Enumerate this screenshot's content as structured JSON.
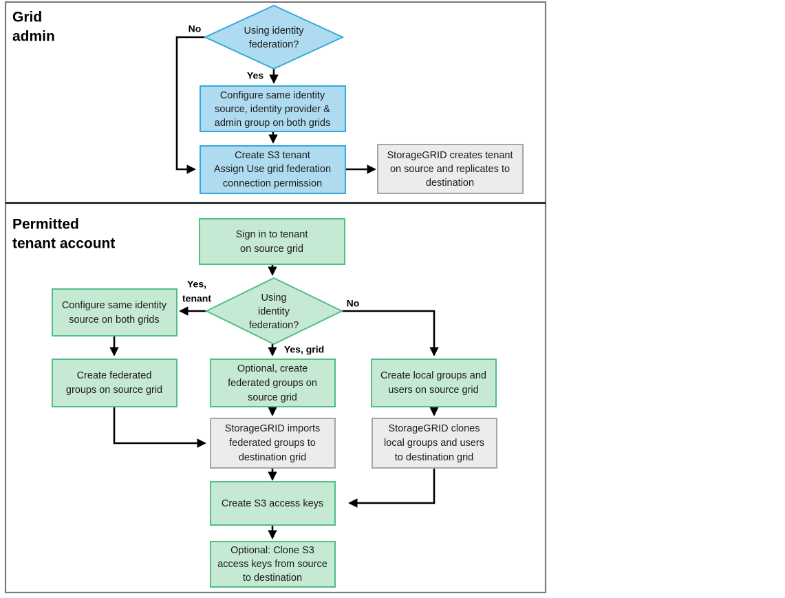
{
  "diagram": {
    "title": "Grid federation tenant account setup flow",
    "colors": {
      "blue_fill": "#aedbf0",
      "blue_stroke": "#36a8e0",
      "green_fill": "#c6e9d3",
      "green_stroke": "#4fbf84",
      "gray_fill": "#ececec",
      "gray_stroke": "#a6a6a6",
      "line": "#000000",
      "frame": "#7b7b7b",
      "text": "#1a1a1a"
    },
    "lanes": [
      {
        "id": "grid-admin",
        "title_line1": "Grid",
        "title_line2": "admin"
      },
      {
        "id": "tenant-account",
        "title_line1": "Permitted",
        "title_line2": "tenant account"
      }
    ],
    "nodes": [
      {
        "id": "decision-grid-federation",
        "shape": "diamond",
        "style": "blue",
        "lines": [
          "Using  identity",
          "federation?"
        ]
      },
      {
        "id": "configure-identity-admin",
        "shape": "rect",
        "style": "blue",
        "lines": [
          "Configure same identity",
          "source, identity provider &",
          "admin group on both grids"
        ]
      },
      {
        "id": "create-s3-tenant",
        "shape": "rect",
        "style": "blue",
        "lines": [
          "Create S3 tenant",
          "Assign Use grid federation",
          "connection permission"
        ],
        "rich_lines": [
          [
            {
              "t": "Create S3 tenant",
              "b": false
            }
          ],
          [
            {
              "t": "Assign ",
              "b": false
            },
            {
              "t": "Use grid federation",
              "b": true
            }
          ],
          [
            {
              "t": "connection",
              "b": true
            },
            {
              "t": " permission",
              "b": false
            }
          ]
        ]
      },
      {
        "id": "storagegrid-creates-tenant",
        "shape": "rect",
        "style": "gray",
        "lines": [
          "StorageGRID creates tenant",
          "on source and replicates to",
          "destination"
        ]
      },
      {
        "id": "sign-in-tenant",
        "shape": "rect",
        "style": "green",
        "lines": [
          "Sign in to tenant",
          "on source grid"
        ]
      },
      {
        "id": "decision-tenant-federation",
        "shape": "diamond",
        "style": "green",
        "lines": [
          "Using",
          "identity",
          "federation?"
        ]
      },
      {
        "id": "configure-identity-tenant",
        "shape": "rect",
        "style": "green",
        "lines": [
          "Configure same identity",
          "source on both grids"
        ]
      },
      {
        "id": "create-federated-groups",
        "shape": "rect",
        "style": "green",
        "lines": [
          "Create federated",
          "groups on source grid"
        ]
      },
      {
        "id": "optional-create-federated-groups",
        "shape": "rect",
        "style": "green",
        "lines": [
          "Optional, create",
          "federated groups on",
          "source grid"
        ]
      },
      {
        "id": "create-local-groups-users",
        "shape": "rect",
        "style": "green",
        "lines": [
          "Create local groups and",
          "users on source grid"
        ]
      },
      {
        "id": "storagegrid-imports-groups",
        "shape": "rect",
        "style": "gray",
        "lines": [
          "StorageGRID imports",
          "federated groups to",
          "destination grid"
        ]
      },
      {
        "id": "storagegrid-clones-groups",
        "shape": "rect",
        "style": "gray",
        "lines": [
          "StorageGRID clones",
          "local groups and users",
          "to destination grid"
        ]
      },
      {
        "id": "create-s3-access-keys",
        "shape": "rect",
        "style": "green",
        "lines": [
          "Create S3 access keys"
        ]
      },
      {
        "id": "optional-clone-access-keys",
        "shape": "rect",
        "style": "green",
        "lines": [
          "Optional: Clone S3",
          "access keys from source",
          "to destination"
        ]
      }
    ],
    "edge_labels": [
      {
        "id": "label-admin-no",
        "text": "No"
      },
      {
        "id": "label-admin-yes",
        "text": "Yes"
      },
      {
        "id": "label-tenant-yes-line1",
        "text": "Yes,"
      },
      {
        "id": "label-tenant-yes-line2",
        "text": "tenant"
      },
      {
        "id": "label-tenant-no",
        "text": "No"
      },
      {
        "id": "label-tenant-yes-grid",
        "text": "Yes, grid"
      }
    ]
  }
}
